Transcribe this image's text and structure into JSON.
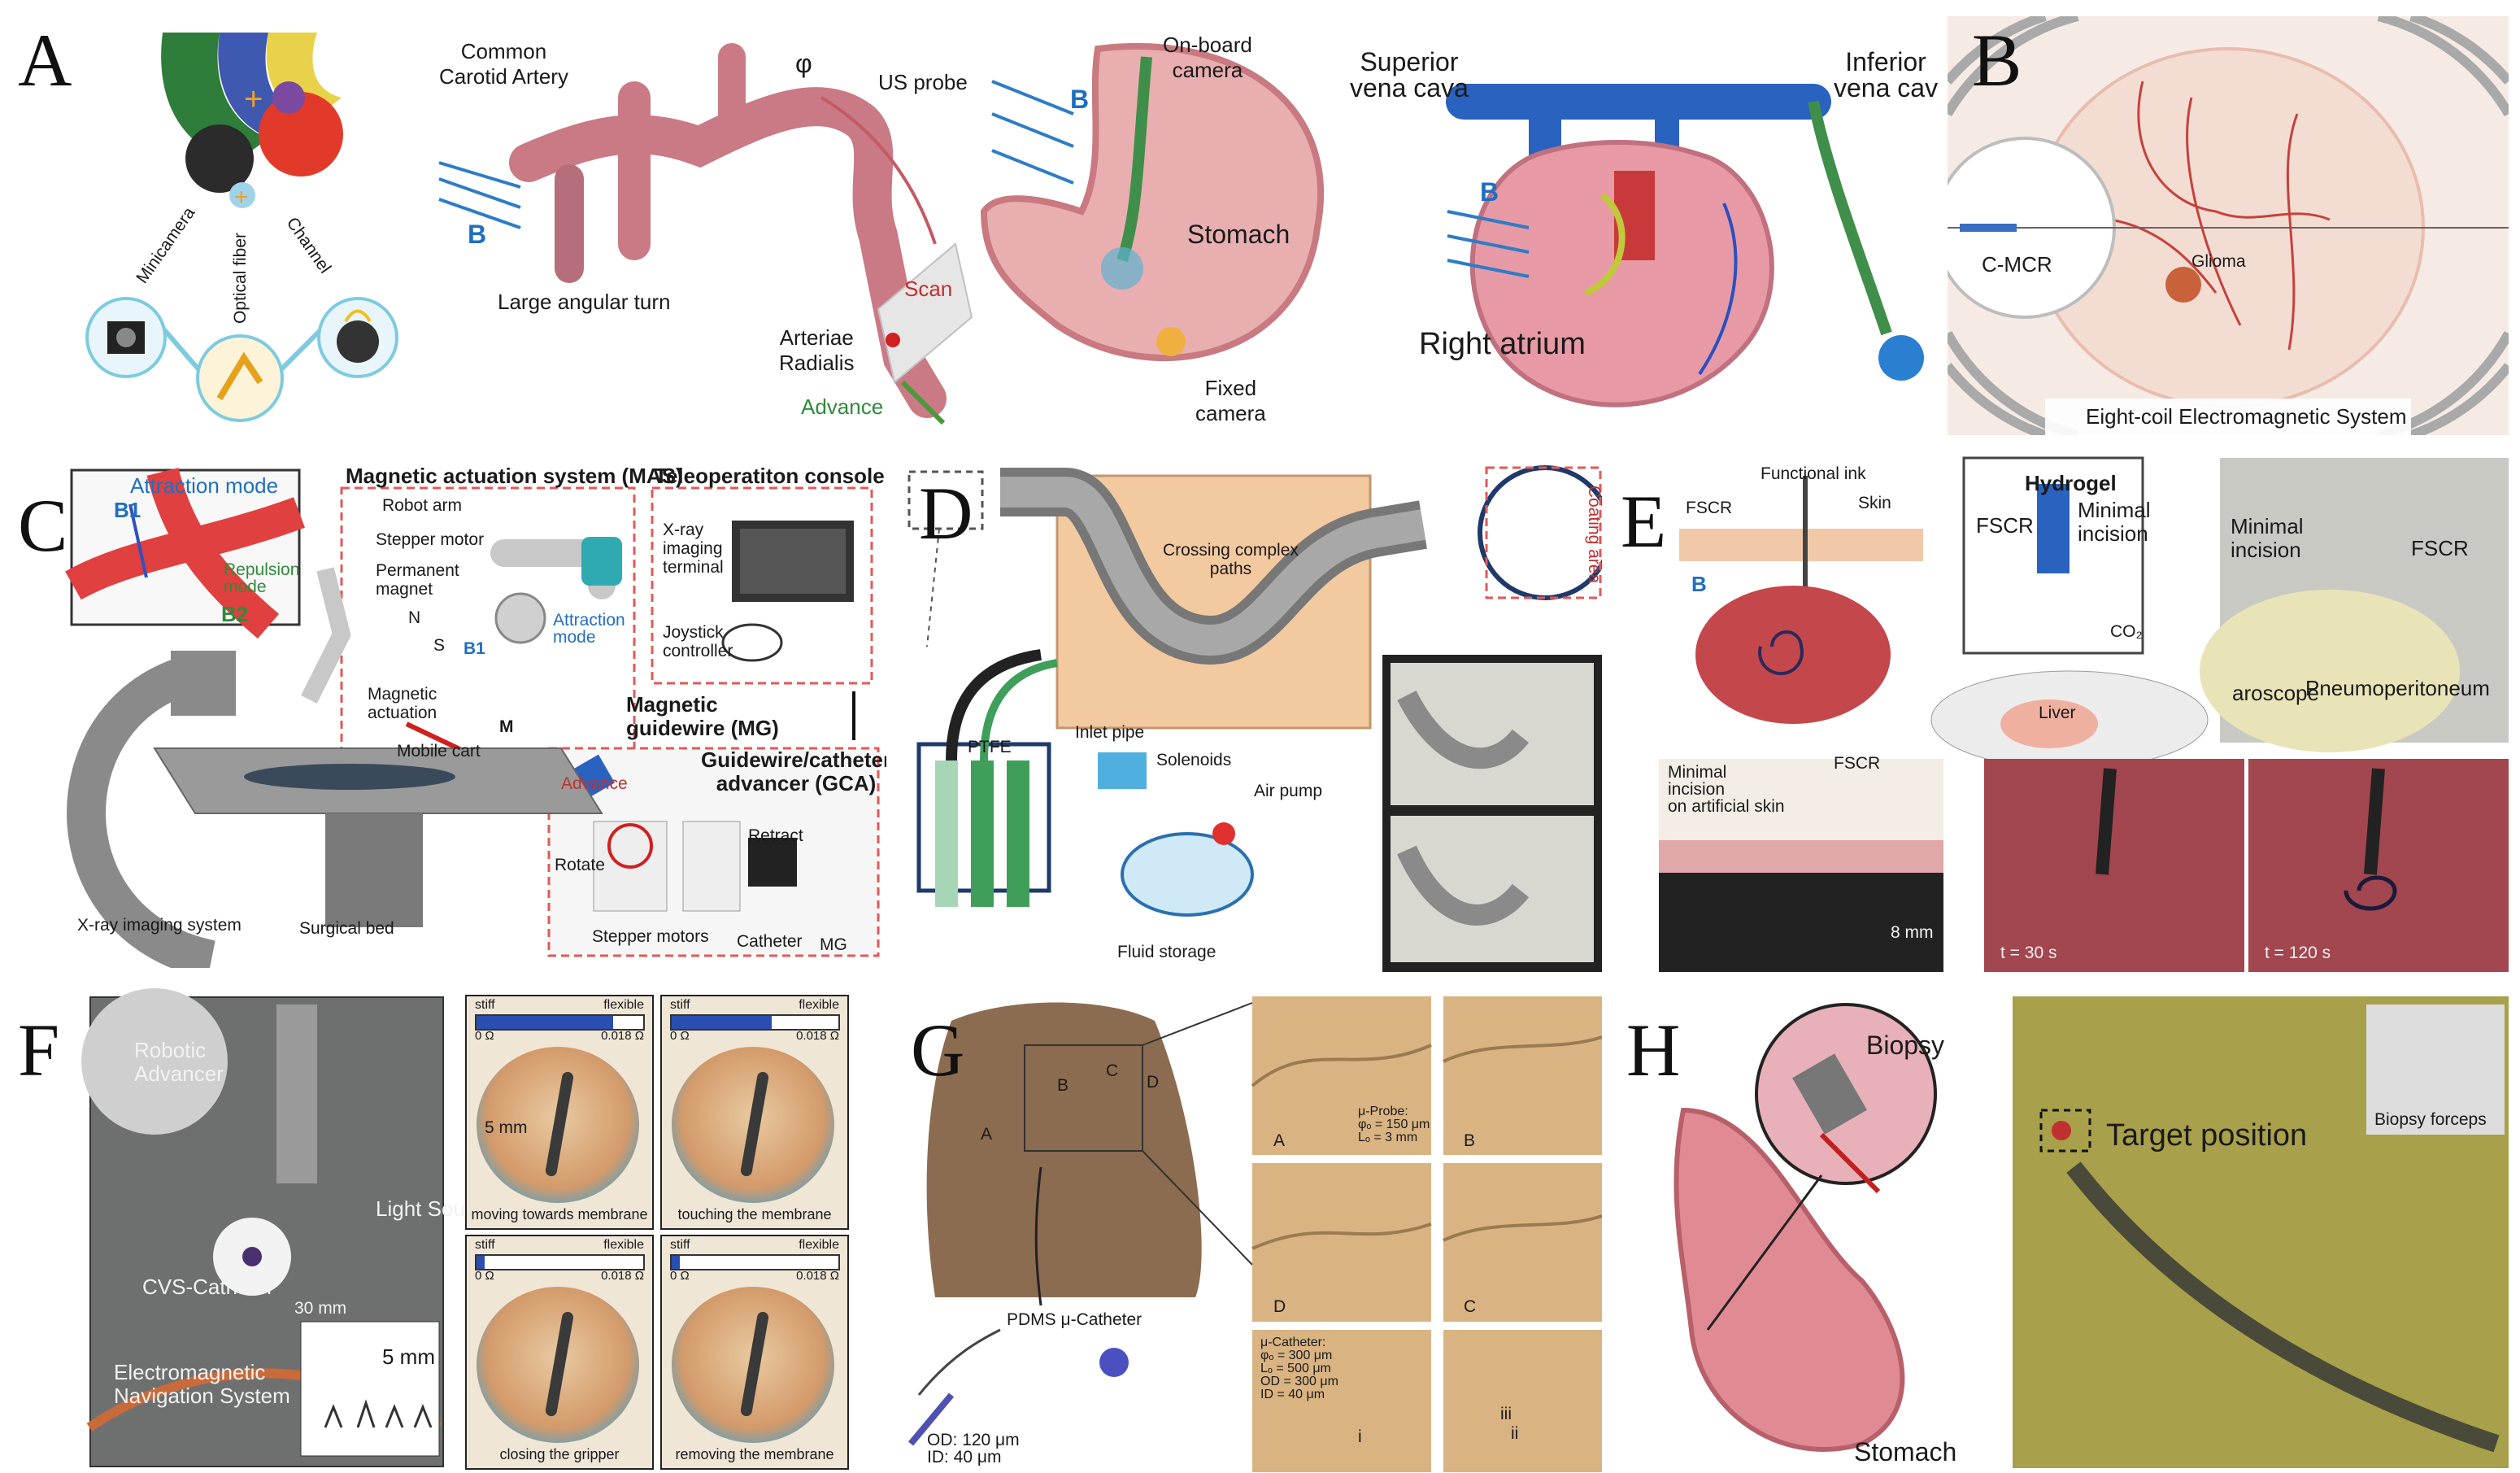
{
  "panels": {
    "A": {
      "label": "A",
      "common_carotid": "Common\nCarotid Artery",
      "phi": "φ",
      "us_probe": "US probe",
      "b": "B",
      "large_turn": "Large angular turn",
      "scan": "Scan",
      "arteriae": "Arteriae\nRadialis",
      "advance": "Advance",
      "minicamera": "Minicamera",
      "optical_fiber": "Optical fiber",
      "channel": "Channel",
      "onboard_camera": "On-board\ncamera",
      "stomach": "Stomach",
      "fixed_camera": "Fixed\ncamera",
      "superior": "Superior\nvena cava",
      "inferior": "Inferior\nvena cav",
      "right_atrium": "Right atrium"
    },
    "B": {
      "label": "B",
      "cmcr": "C-MCR",
      "glioma": "Glioma",
      "system": "Eight-coil Electromagnetic System"
    },
    "C": {
      "label": "C",
      "attraction_mode": "Attraction mode",
      "b1": "B1",
      "repulsion_mode": "Repulsion\nmode",
      "b2": "B2",
      "mas": "Magnetic actuation system (MAS)",
      "robot_arm": "Robot arm",
      "stepper_motor": "Stepper motor",
      "permanent_magnet": "Permanent\nmagnet",
      "n": "N",
      "s": "S",
      "b1b": "B1",
      "attraction_mode2": "Attraction\nmode",
      "magnetic_actuation": "Magnetic\nactuation",
      "m": "M",
      "mg": "Magnetic\nguidewire (MG)",
      "tc": "Teleoperatiton console (TC)",
      "xray_terminal": "X-ray\nimaging\nterminal",
      "joystick": "Joystick\ncontroller",
      "gca": "Guidewire/catheter\nadvancer (GCA)",
      "advance": "Advance",
      "rotate": "Rotate",
      "retract": "Retract",
      "mobile_cart": "Mobile cart",
      "stepper_motors": "Stepper motors",
      "catheter": "Catheter",
      "mg_short": "MG",
      "xray_system": "X-ray imaging system",
      "surgical_bed": "Surgical bed"
    },
    "D": {
      "label": "D",
      "crossing": "Crossing complex\npaths",
      "coating_area": "Coating area",
      "ptfe": "PTFE",
      "inlet_pipe": "Inlet pipe",
      "solenoids": "Solenoids",
      "air_pump": "Air pump",
      "fluid_storage": "Fluid storage"
    },
    "E": {
      "label": "E",
      "functional_ink": "Functional ink",
      "fscr": "FSCR",
      "skin": "Skin",
      "b": "B",
      "hydrogel": "Hydrogel",
      "fscr2": "FSCR",
      "minimal_incision": "Minimal\nincision",
      "co2": "CO₂",
      "liver": "Liver",
      "minimal_incision2": "Minimal\nincision",
      "fscr3": "FSCR",
      "laparoscope": "aroscope",
      "pneumoperitoneum": "Pneumoperitoneum",
      "fscr4": "FSCR",
      "minimal_skin": "Minimal\nincision\non artificial skin",
      "scale": "8 mm",
      "t30": "t = 30 s",
      "t120": "t = 120 s"
    },
    "F": {
      "label": "F",
      "robotic_advancer": "Robotic\nAdvancer",
      "light_source": "Light Source",
      "cvs_catheter": "CVS-Catheter",
      "scale30": "30 mm",
      "ens": "Electromagnetic\nNavigation System",
      "scale5": "5 mm",
      "stiff": "stiff",
      "flexible": "flexible",
      "zero": "0 Ω",
      "max": "0.018 Ω",
      "scale5b": "5 mm",
      "captions": [
        "moving towards membrane",
        "touching the membrane",
        "closing the gripper",
        "removing the membrane"
      ],
      "fills": [
        0.82,
        0.6,
        0.05,
        0.05
      ]
    },
    "G": {
      "label": "G",
      "markers": [
        "A",
        "B",
        "C",
        "D"
      ],
      "romans": [
        "i",
        "ii",
        "iii"
      ],
      "pdms": "PDMS μ-Catheter",
      "od": "OD: 120 μm\nID: 40 μm",
      "probe": "μ-Probe:\nφₒ = 150 μm\nLₒ = 3 mm",
      "catheter_spec": "μ-Catheter:\nφₒ = 300 μm\nLₒ = 500 μm\nOD = 300 μm\nID = 40 μm",
      "tile_marks": [
        "A",
        "B",
        "D",
        "C"
      ]
    },
    "H": {
      "label": "H",
      "biopsy": "Biopsy",
      "stomach": "Stomach",
      "target": "Target position",
      "forceps": "Biopsy forceps"
    }
  }
}
